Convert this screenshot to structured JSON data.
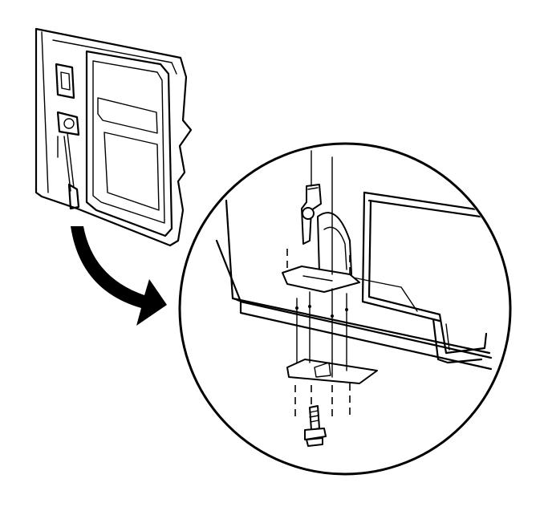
{
  "diagram": {
    "type": "exploded-assembly-illustration",
    "colors": {
      "line": "#000000",
      "background": "#ffffff"
    },
    "parts": [
      {
        "name": "door-panel"
      },
      {
        "name": "latch-assembly"
      },
      {
        "name": "latch-mounting-plate"
      },
      {
        "name": "backing-plate"
      },
      {
        "name": "mounting-bolt"
      },
      {
        "name": "detail-arrow-icon"
      }
    ]
  }
}
